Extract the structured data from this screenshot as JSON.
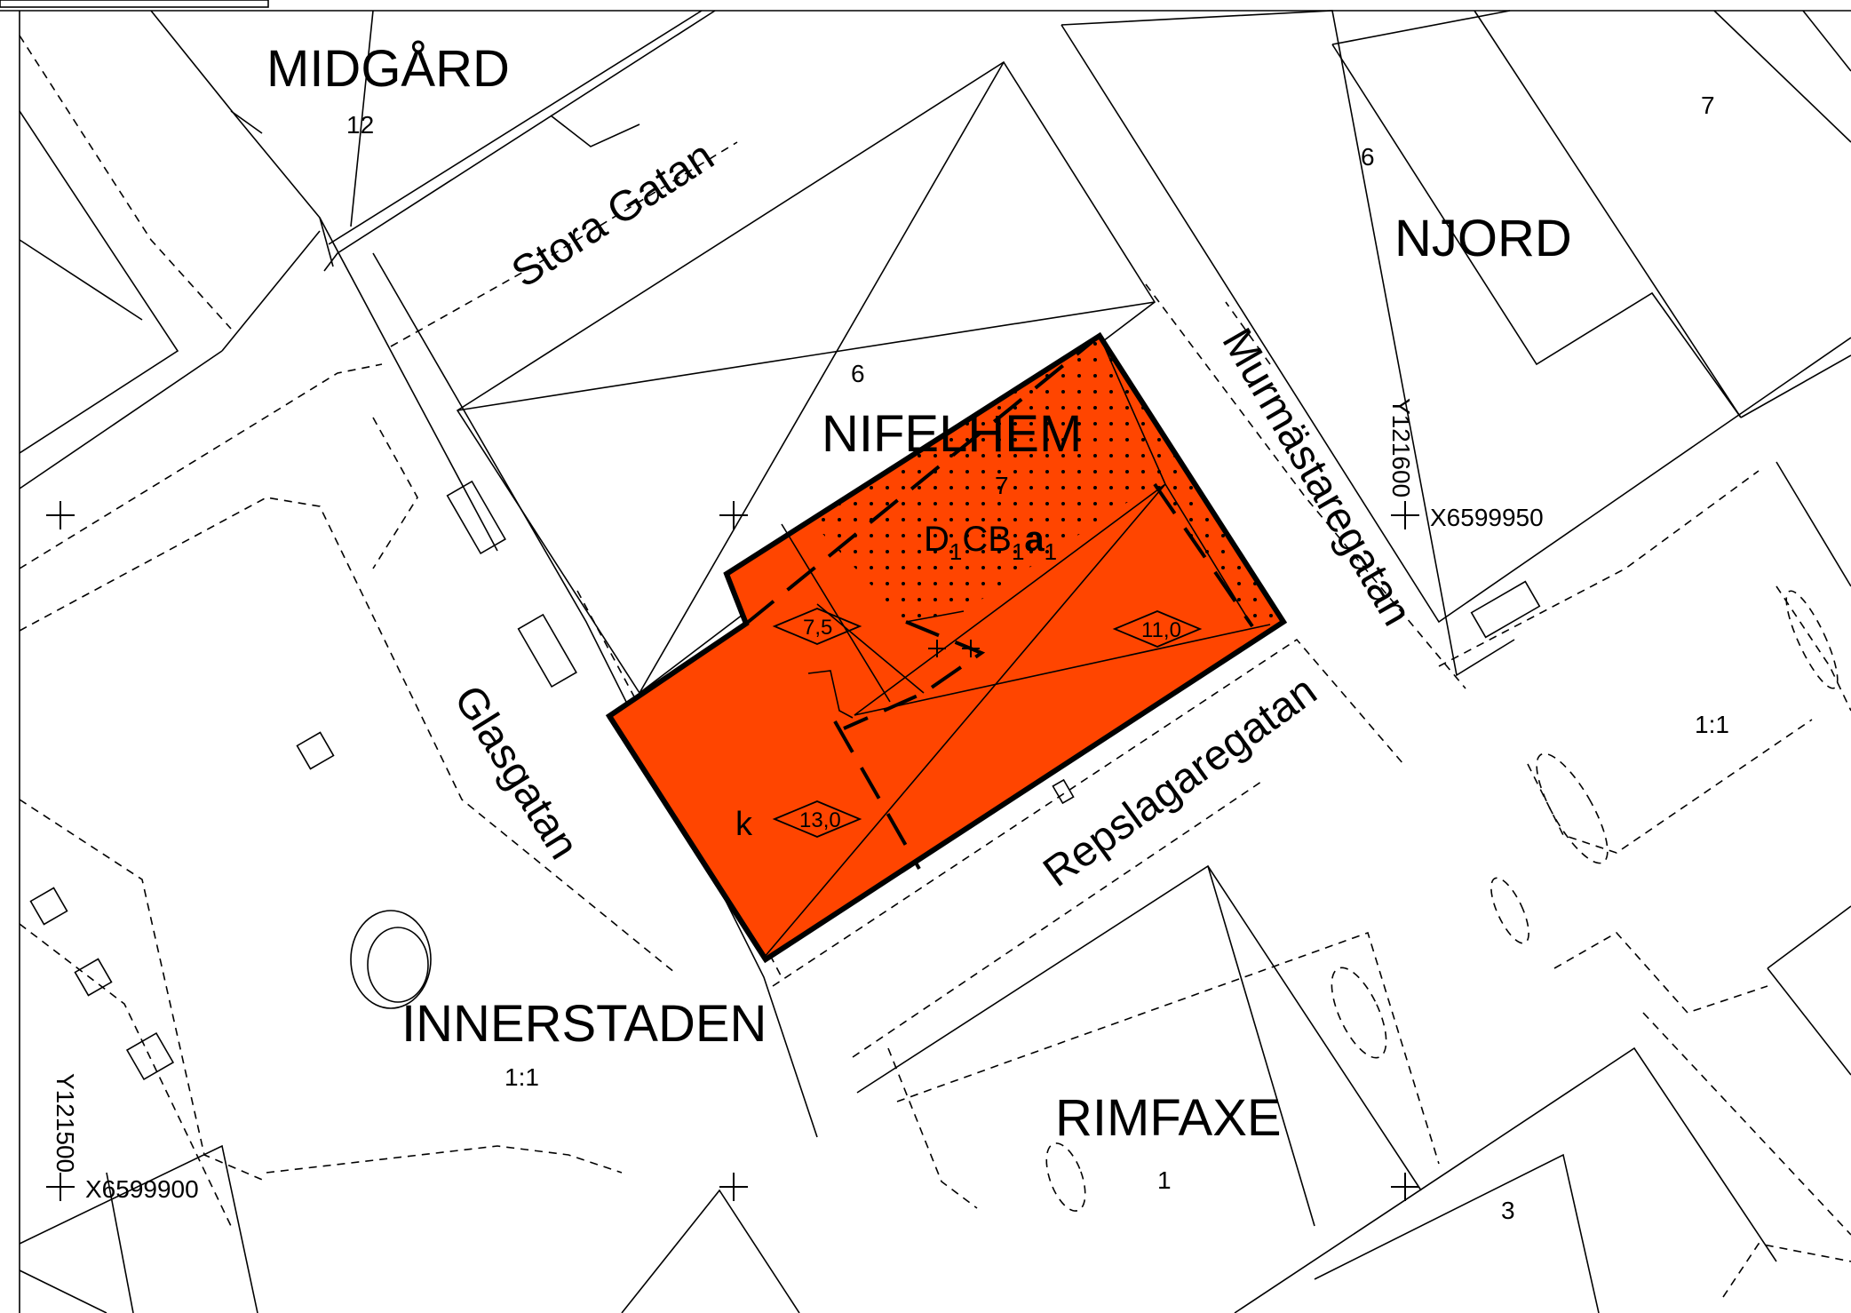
{
  "map": {
    "blocks": {
      "midgard": "MIDGÅRD",
      "njord": "NJORD",
      "nifelhem": "NIFELHEM",
      "innerstaden": "INNERSTADEN",
      "rimfaxe": "RIMFAXE"
    },
    "streets": {
      "stora_gatan": "Stora Gatan",
      "murmastaregatan": "Murmästaregatan",
      "glasgatan": "Glasgatan",
      "repslagaregatan": "Repslagaregatan"
    },
    "property_numbers": {
      "midgard_12": "12",
      "njord_6": "6",
      "njord_7": "7",
      "nifelhem_6": "6",
      "nifelhem_7": "7",
      "rimfaxe_1": "1",
      "rimfaxe_3": "3"
    },
    "scale_labels": {
      "innerstaden": "1:1",
      "east": "1:1"
    },
    "zoning": {
      "code_d": "D",
      "code_d_sub": "1",
      "code_cb": "CB",
      "code_cb_sub": "1",
      "code_a": "a",
      "code_a_sub": "1",
      "k_marker": "k"
    },
    "heights": {
      "h1": "7,5",
      "h2": "11,0",
      "h3": "13,0"
    },
    "coordinates": {
      "y_upper": "Y121600",
      "x_upper": "X6599950",
      "y_lower": "Y121500",
      "x_lower": "X6599900"
    },
    "colors": {
      "plan_area": "#ff4500",
      "line": "#000000",
      "background": "#ffffff"
    }
  }
}
